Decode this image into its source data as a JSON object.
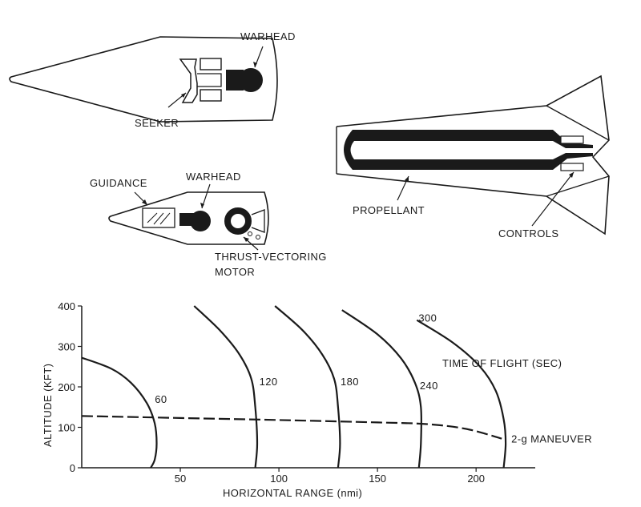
{
  "labels": {
    "warhead_top": "WARHEAD",
    "seeker": "SEEKER",
    "guidance": "GUIDANCE",
    "warhead_small": "WARHEAD",
    "thrust_line1": "THRUST-VECTORING",
    "thrust_line2": "MOTOR",
    "propellant": "PROPELLANT",
    "controls": "CONTROLS"
  },
  "chart_data": {
    "type": "line",
    "xlabel": "HORIZONTAL RANGE (nmi)",
    "ylabel": "ALTITUDE (KFT)",
    "xlim": [
      0,
      230
    ],
    "ylim": [
      0,
      400
    ],
    "xticks": [
      "50",
      "100",
      "150",
      "200"
    ],
    "yticks": [
      "0",
      "100",
      "200",
      "300",
      "400"
    ],
    "legend_title": "TIME OF FLIGHT (SEC)",
    "series": [
      {
        "name": "60",
        "x": [
          0,
          15,
          25,
          33,
          37,
          38,
          37,
          35
        ],
        "y": [
          272,
          245,
          210,
          160,
          110,
          60,
          20,
          0
        ]
      },
      {
        "name": "120",
        "x": [
          57,
          70,
          80,
          86,
          88,
          89,
          88
        ],
        "y": [
          400,
          340,
          280,
          220,
          150,
          60,
          0
        ]
      },
      {
        "name": "180",
        "x": [
          98,
          112,
          122,
          128,
          130,
          131,
          130
        ],
        "y": [
          400,
          340,
          280,
          220,
          150,
          60,
          0
        ]
      },
      {
        "name": "240",
        "x": [
          132,
          150,
          162,
          169,
          172,
          172,
          171
        ],
        "y": [
          390,
          330,
          270,
          210,
          150,
          60,
          0
        ]
      },
      {
        "name": "300",
        "x": [
          170,
          188,
          202,
          210,
          214,
          215,
          214
        ],
        "y": [
          365,
          310,
          250,
          190,
          120,
          60,
          0
        ]
      },
      {
        "name": "2-g MANEUVER",
        "x": [
          0,
          50,
          100,
          150,
          175,
          195,
          213
        ],
        "y": [
          128,
          123,
          118,
          112,
          108,
          96,
          72
        ],
        "dashed": true
      }
    ]
  }
}
